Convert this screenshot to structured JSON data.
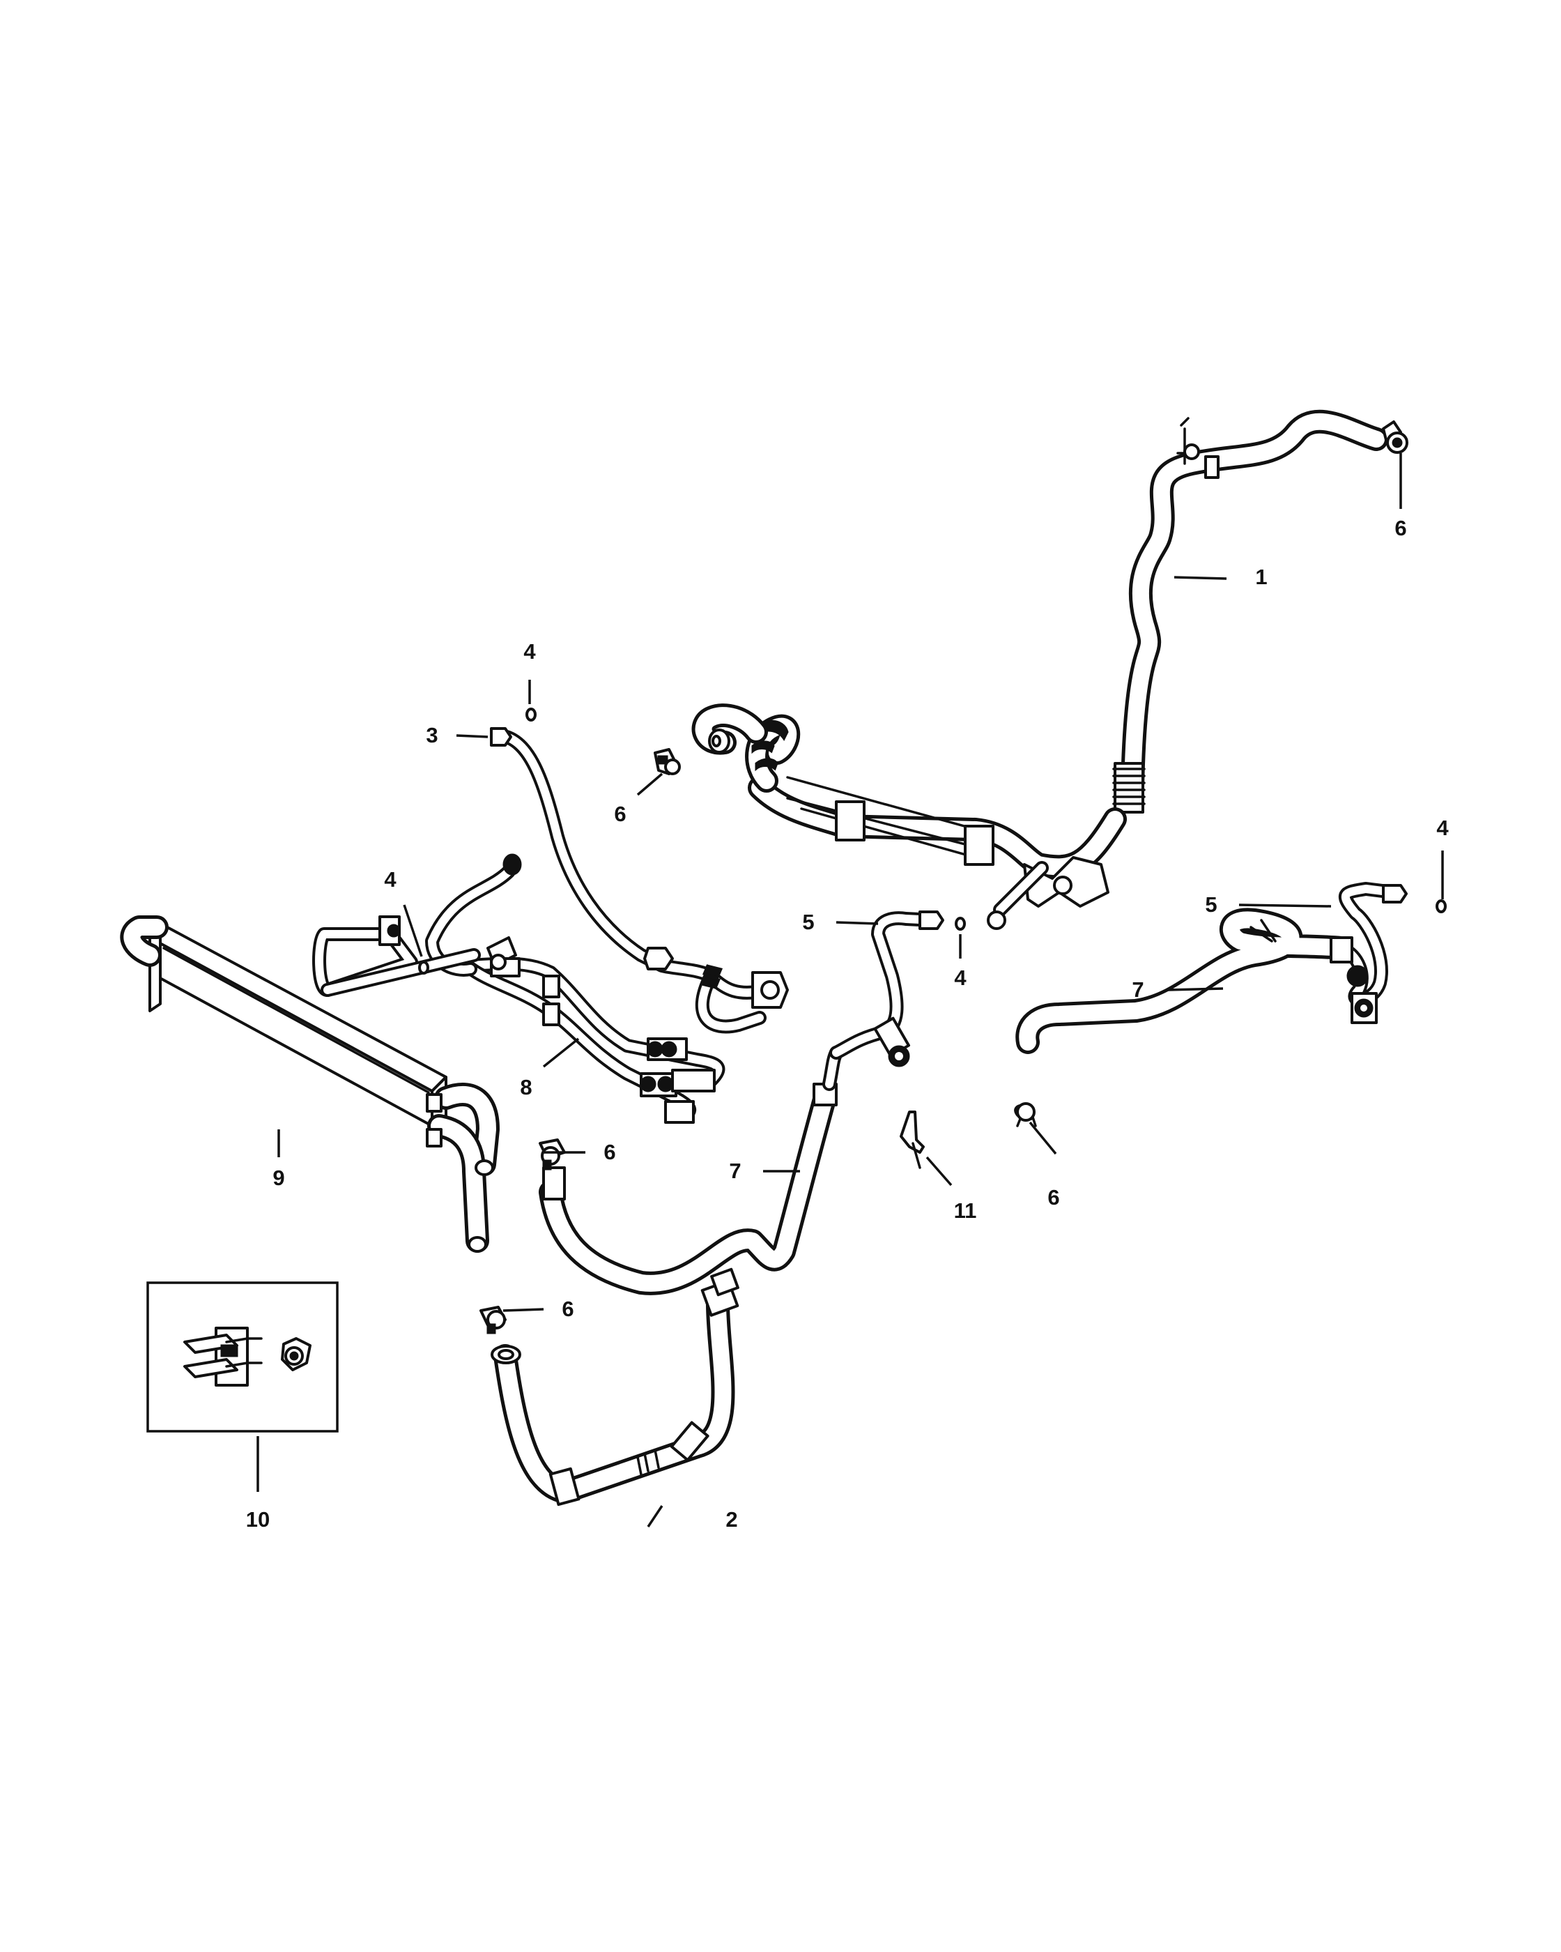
{
  "callouts": {
    "c1": "1",
    "c2": "2",
    "c3": "3",
    "c4a": "4",
    "c4b": "4",
    "c4c": "4",
    "c4d": "4",
    "c5a": "5",
    "c5b": "5",
    "c6a": "6",
    "c6b": "6",
    "c6c": "6",
    "c6d": "6",
    "c6e": "6",
    "c7a": "7",
    "c7b": "7",
    "c8": "8",
    "c9": "9",
    "c10": "10",
    "c11": "11"
  },
  "parts": [
    {
      "ref": "1",
      "icon": "pressure-hose-assembly-icon"
    },
    {
      "ref": "2",
      "icon": "return-hose-icon"
    },
    {
      "ref": "3",
      "icon": "pressure-line-icon"
    },
    {
      "ref": "4",
      "icon": "o-ring-icon"
    },
    {
      "ref": "5",
      "icon": "tube-assembly-icon"
    },
    {
      "ref": "6",
      "icon": "hose-clamp-icon"
    },
    {
      "ref": "7",
      "icon": "hose-icon"
    },
    {
      "ref": "8",
      "icon": "cooler-line-icon"
    },
    {
      "ref": "9",
      "icon": "oil-cooler-icon"
    },
    {
      "ref": "10",
      "icon": "mounting-clip-icon"
    },
    {
      "ref": "11",
      "icon": "push-pin-icon"
    }
  ]
}
